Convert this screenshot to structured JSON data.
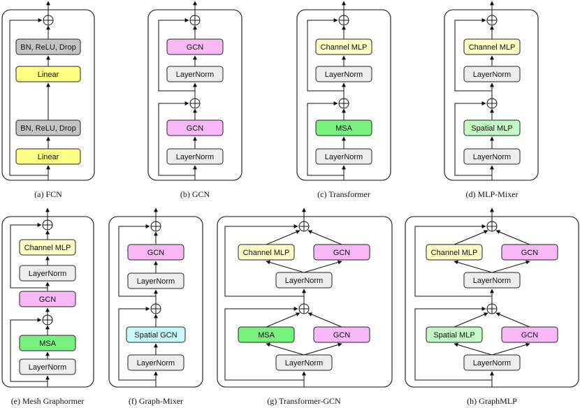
{
  "colors": {
    "yellow": "#fefe84",
    "gray_dark": "#c4c4c4",
    "gray_light": "#eeeeee",
    "pink": "#f9b9f8",
    "green": "#78f07e",
    "light_green": "#c4f8c4",
    "light_yellow": "#fefec6",
    "cyan": "#c8fafc"
  },
  "blocks": {
    "bn_relu_drop": "BN, ReLU, Drop",
    "linear": "Linear",
    "gcn": "GCN",
    "layernorm": "LayerNorm",
    "channel_mlp": "Channel MLP",
    "msa": "MSA",
    "spatial_mlp": "Spatial MLP",
    "spatial_gcn": "Spatial GCN"
  },
  "captions": {
    "a": "(a) FCN",
    "b": "(b) GCN",
    "c": "(c) Transformer",
    "d": "(d) MLP-Mixer",
    "e": "(e) Mesh Graphormer",
    "f": "(f) Graph-Mixer",
    "g": "(g) Transformer-GCN",
    "h": "(h) GraphMLP"
  }
}
